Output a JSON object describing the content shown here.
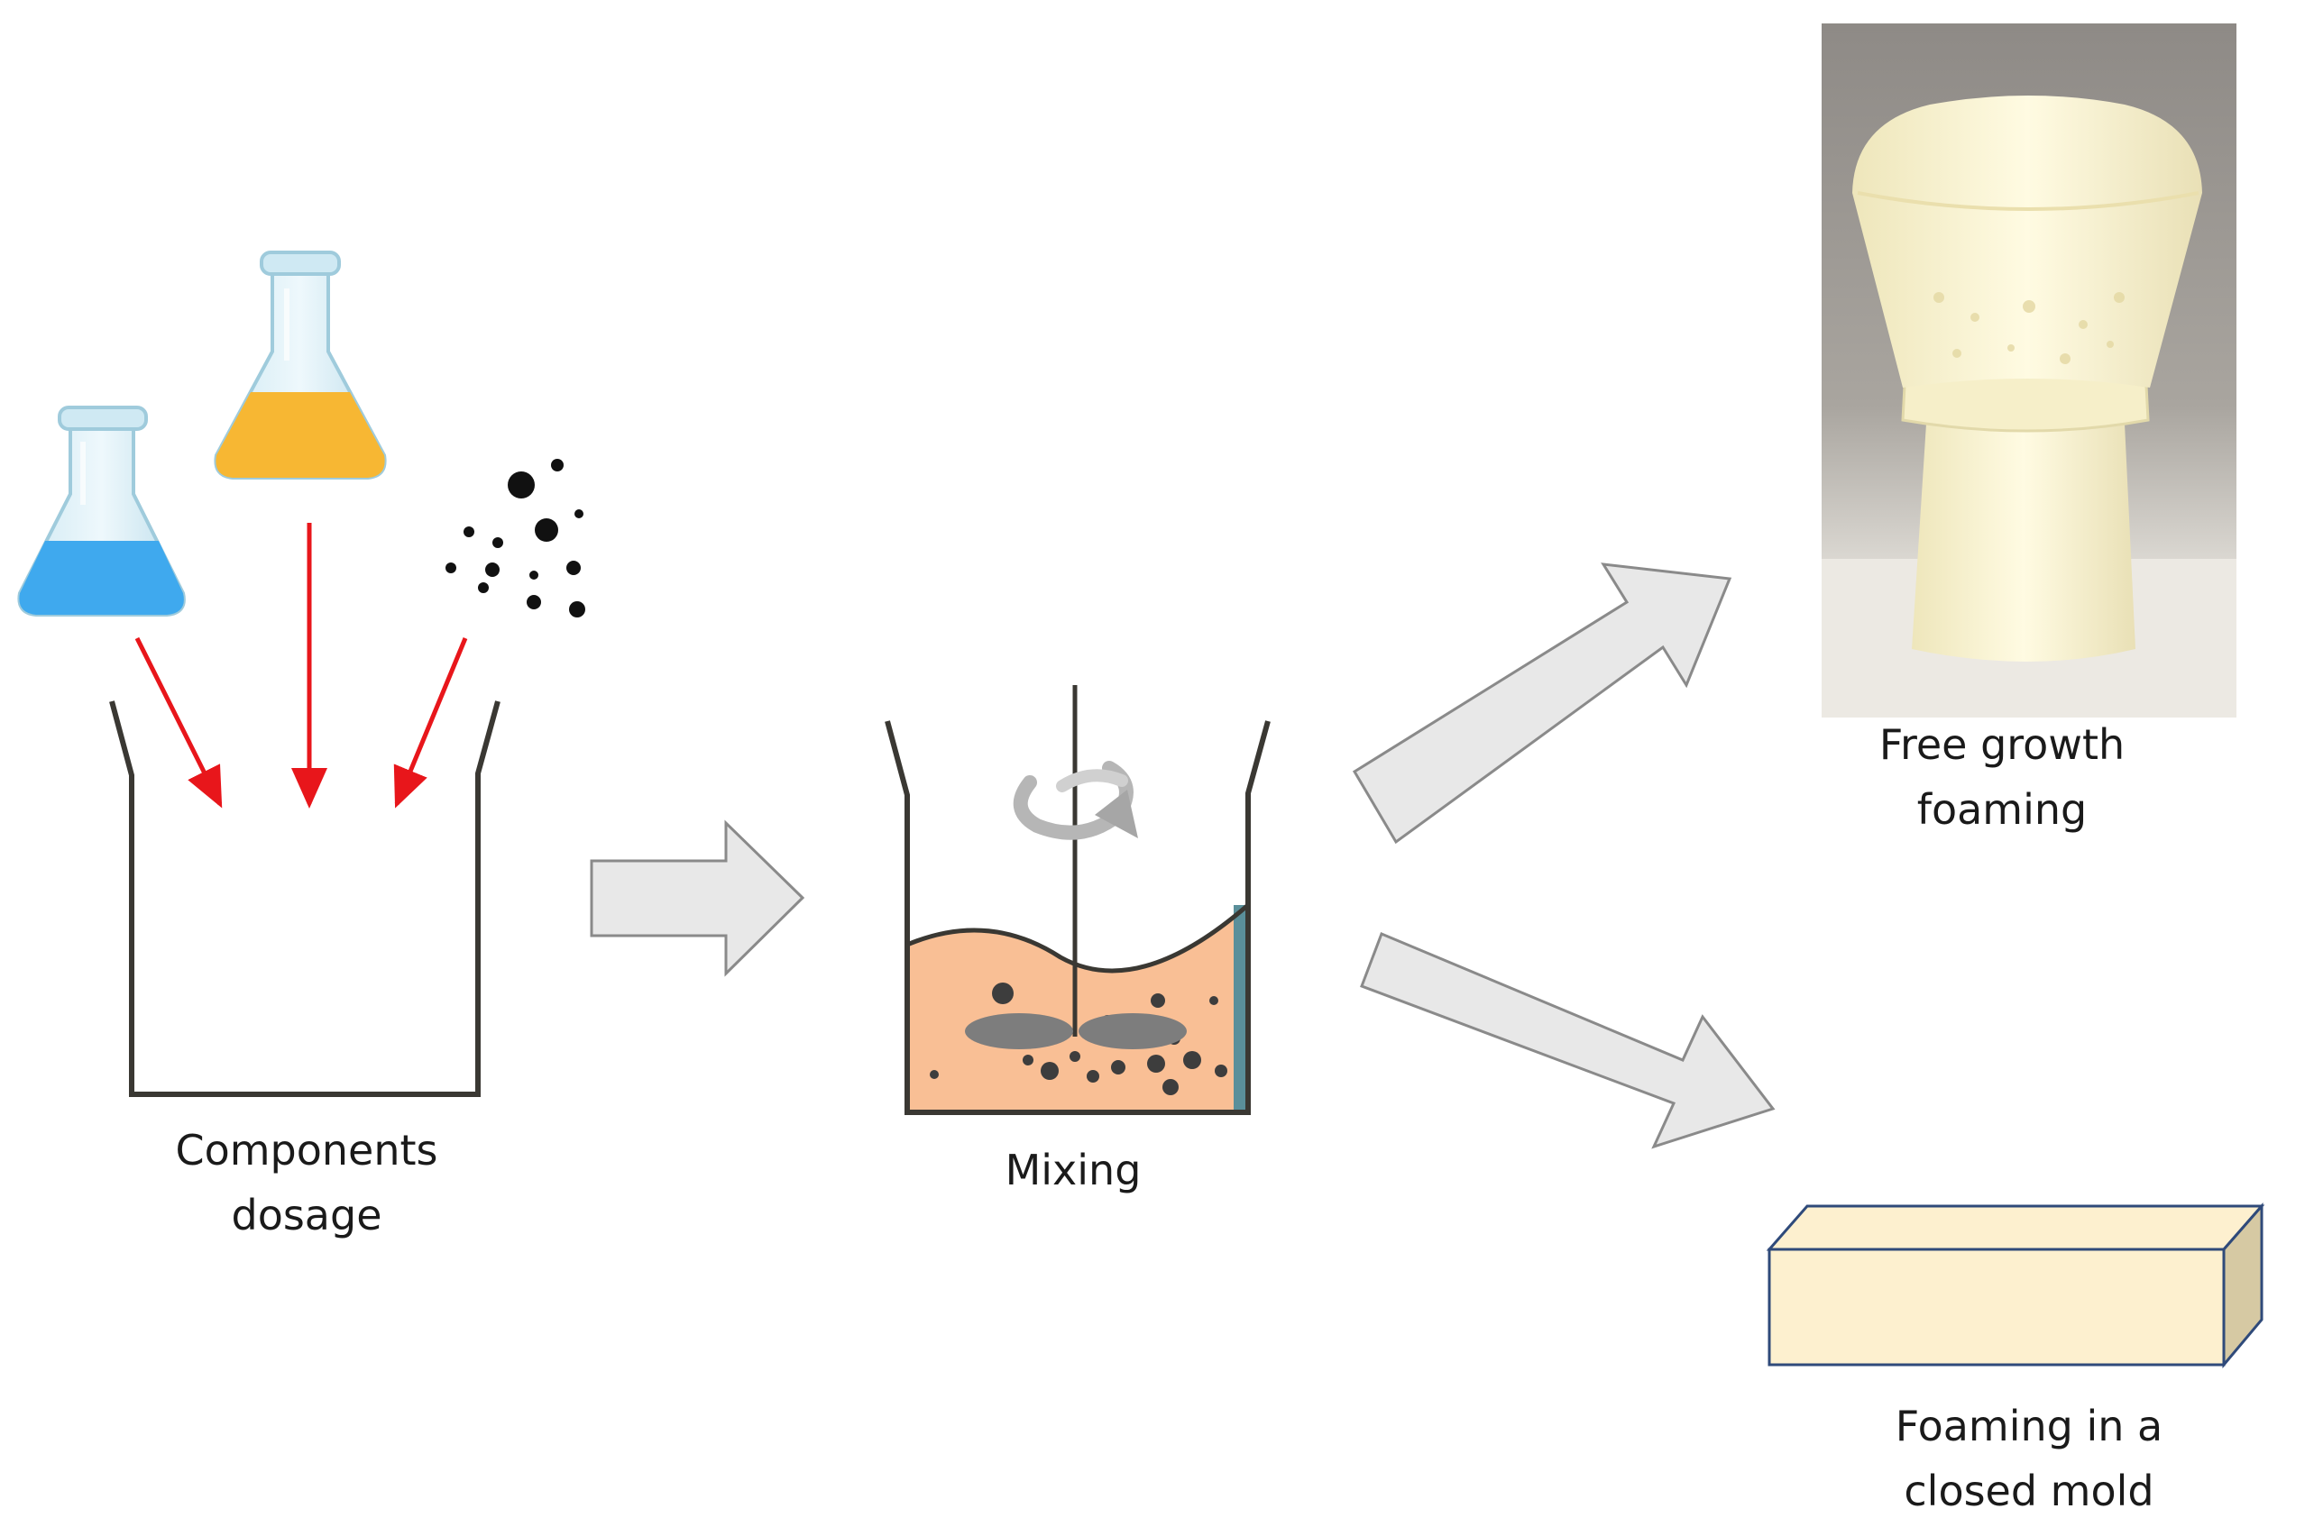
{
  "steps": {
    "dosage": {
      "line1": "Components",
      "line2": "dosage"
    },
    "mixing": {
      "line1": "Mixing"
    },
    "free_growth": {
      "line1": "Free growth",
      "line2": "foaming"
    },
    "closed_mold": {
      "line1": "Foaming in a",
      "line2": "closed mold"
    }
  },
  "colors": {
    "outline": "#3a3833",
    "red_arrow": "#e8161b",
    "big_arrow_fill": "#e8e8e8",
    "big_arrow_stroke": "#8a8a8a",
    "blue_liquid": "#3fa9ee",
    "yellow_liquid": "#f7b733",
    "mix_liquid": "#f9bf95",
    "foam_block": "#fdf0cf",
    "foam_block_stroke": "#2f4a7a",
    "photo_bg": "#a8a49f",
    "foam": "#fff8d6"
  },
  "icons": [
    "flask-blue-icon",
    "flask-yellow-icon",
    "particles-icon",
    "stirrer-icon",
    "rotation-icon"
  ]
}
